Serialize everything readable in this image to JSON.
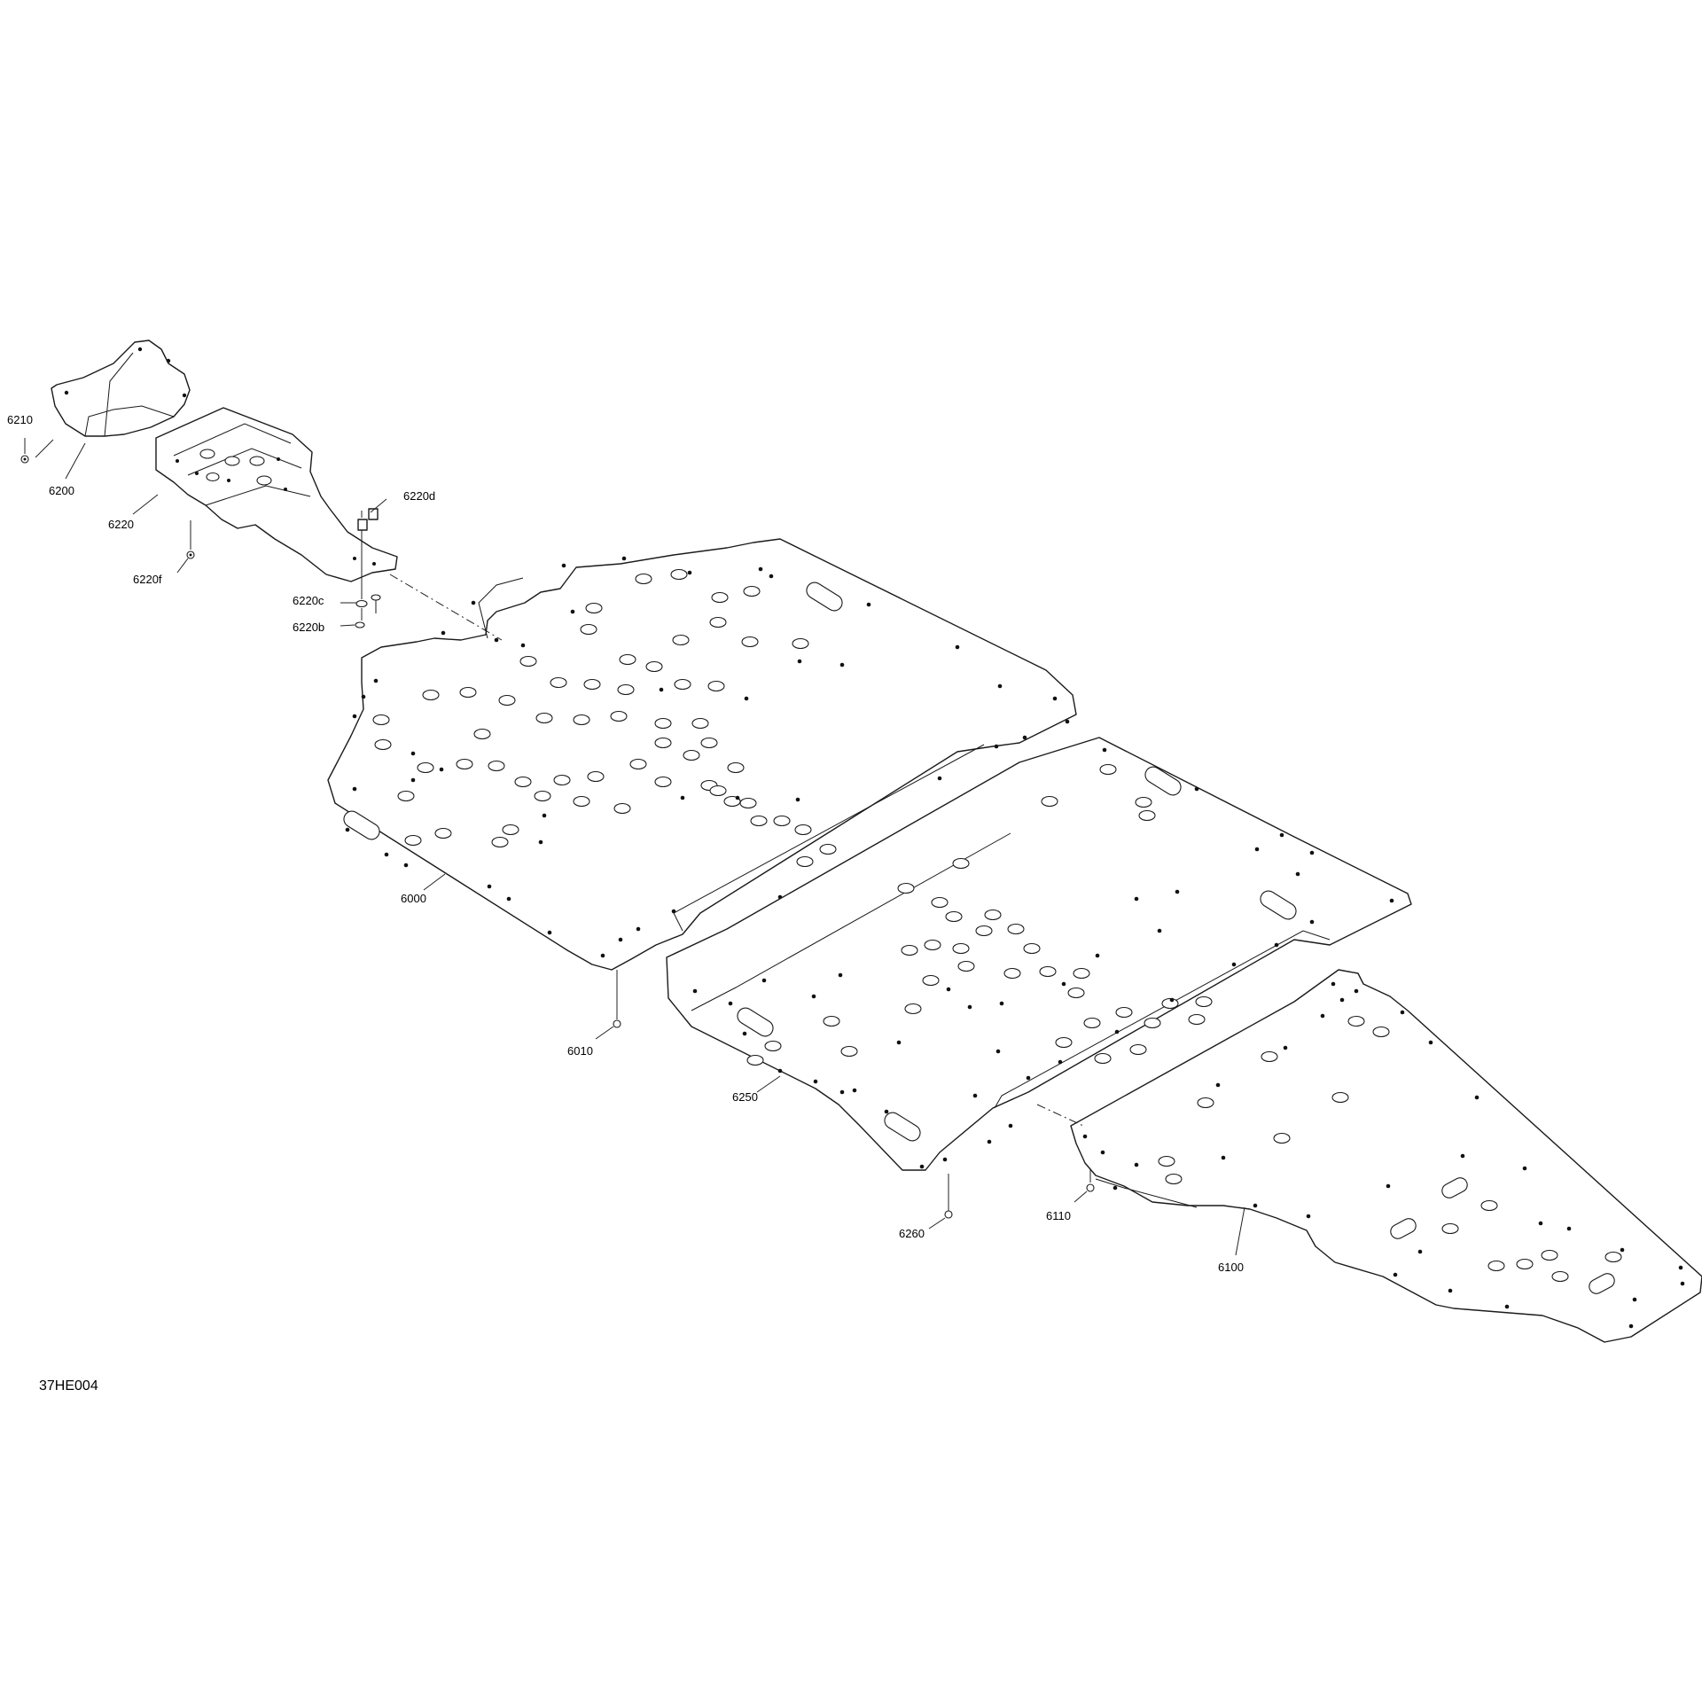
{
  "drawing": {
    "reference_code": "37HE004",
    "callouts": {
      "p6210": "6210",
      "p6200": "6200",
      "p6220": "6220",
      "p6220d": "6220d",
      "p6220f": "6220f",
      "p6220c": "6220c",
      "p6220b": "6220b",
      "p6000": "6000",
      "p6010": "6010",
      "p6250": "6250",
      "p6260": "6260",
      "p6110": "6110",
      "p6100": "6100"
    }
  }
}
